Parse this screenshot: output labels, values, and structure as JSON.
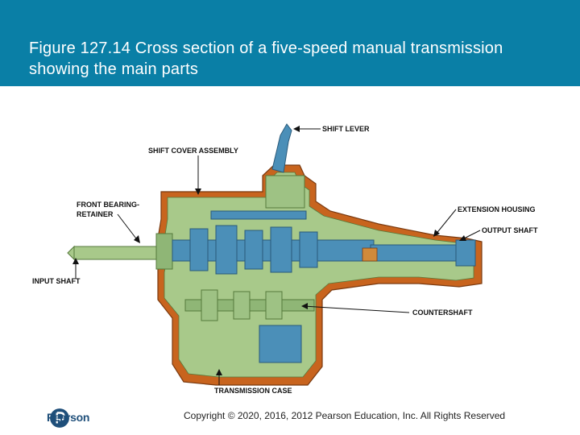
{
  "slide": {
    "title": "Figure 127.14 Cross section of a five-speed manual transmission showing the main parts",
    "colors": {
      "header_bg": "#0a7fa6",
      "case": "#c8641e",
      "internals": "#a8c98a",
      "gears": "#4b8fb8"
    }
  },
  "diagram": {
    "labels": {
      "shift_lever": "SHIFT LEVER",
      "shift_cover_assembly": "SHIFT COVER ASSEMBLY",
      "front_bearing_retainer_1": "FRONT BEARING-",
      "front_bearing_retainer_2": "RETAINER",
      "input_shaft": "INPUT SHAFT",
      "extension_housing": "EXTENSION HOUSING",
      "output_shaft": "OUTPUT SHAFT",
      "countershaft": "COUNTERSHAFT",
      "transmission_case": "TRANSMISSION CASE"
    }
  },
  "footer": {
    "logo_text": "Pearson",
    "copyright": "Copyright © 2020, 2016, 2012 Pearson Education, Inc. All Rights Reserved"
  }
}
